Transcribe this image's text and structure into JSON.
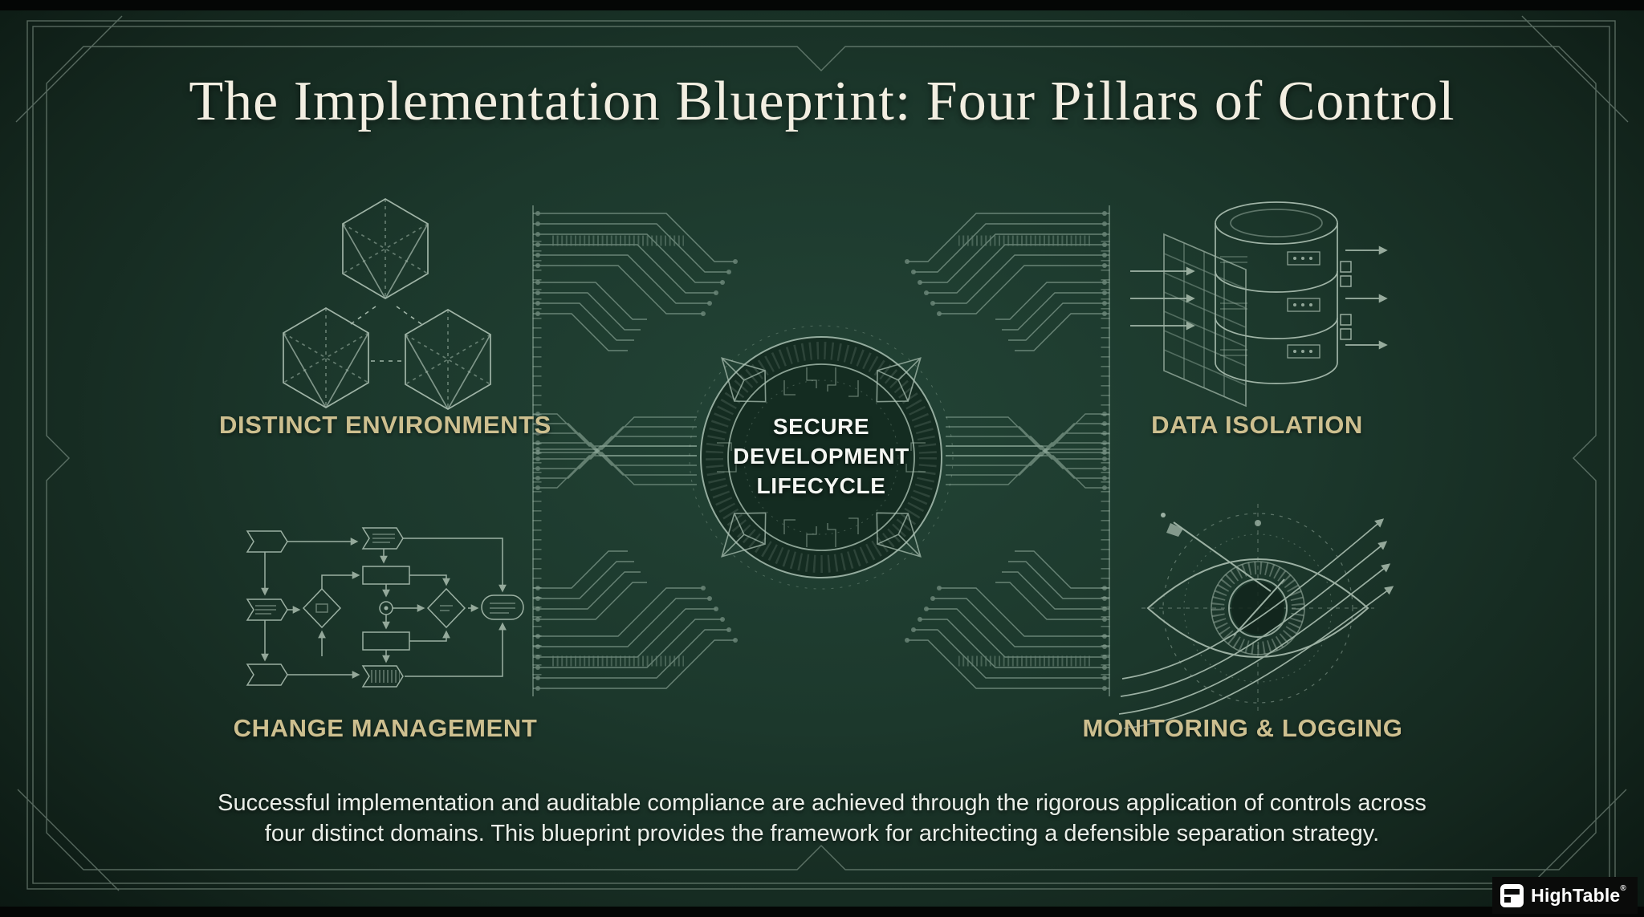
{
  "slide": {
    "title": "The Implementation Blueprint: Four Pillars of Control",
    "center_badge": {
      "lines": [
        "SECURE",
        "DEVELOPMENT",
        "LIFECYCLE"
      ]
    },
    "pillars": [
      {
        "key": "distinct-environments",
        "label": "DISTINCT ENVIRONMENTS",
        "icon": "cubes-network-icon"
      },
      {
        "key": "data-isolation",
        "label": "DATA ISOLATION",
        "icon": "database-firewall-icon"
      },
      {
        "key": "change-management",
        "label": "CHANGE MANAGEMENT",
        "icon": "flowchart-icon"
      },
      {
        "key": "monitoring-logging",
        "label": "MONITORING & LOGGING",
        "icon": "blueprint-eye-icon"
      }
    ],
    "footer": {
      "line1": "Successful implementation and auditable compliance are achieved through the rigorous application of controls across",
      "line2": "four distinct domains. This blueprint provides the framework for architecting a defensible separation strategy."
    },
    "brand": {
      "name": "HighTable",
      "mark": "®"
    },
    "colors": {
      "background_center": "#234436",
      "background_edge": "#0a1510",
      "line_work": "#a6bfb0",
      "accent_gold": "#cdbf8f",
      "title_cream": "#f2eee1",
      "text_white": "#eaeee8",
      "badge_black": "#0a0b0a"
    }
  }
}
